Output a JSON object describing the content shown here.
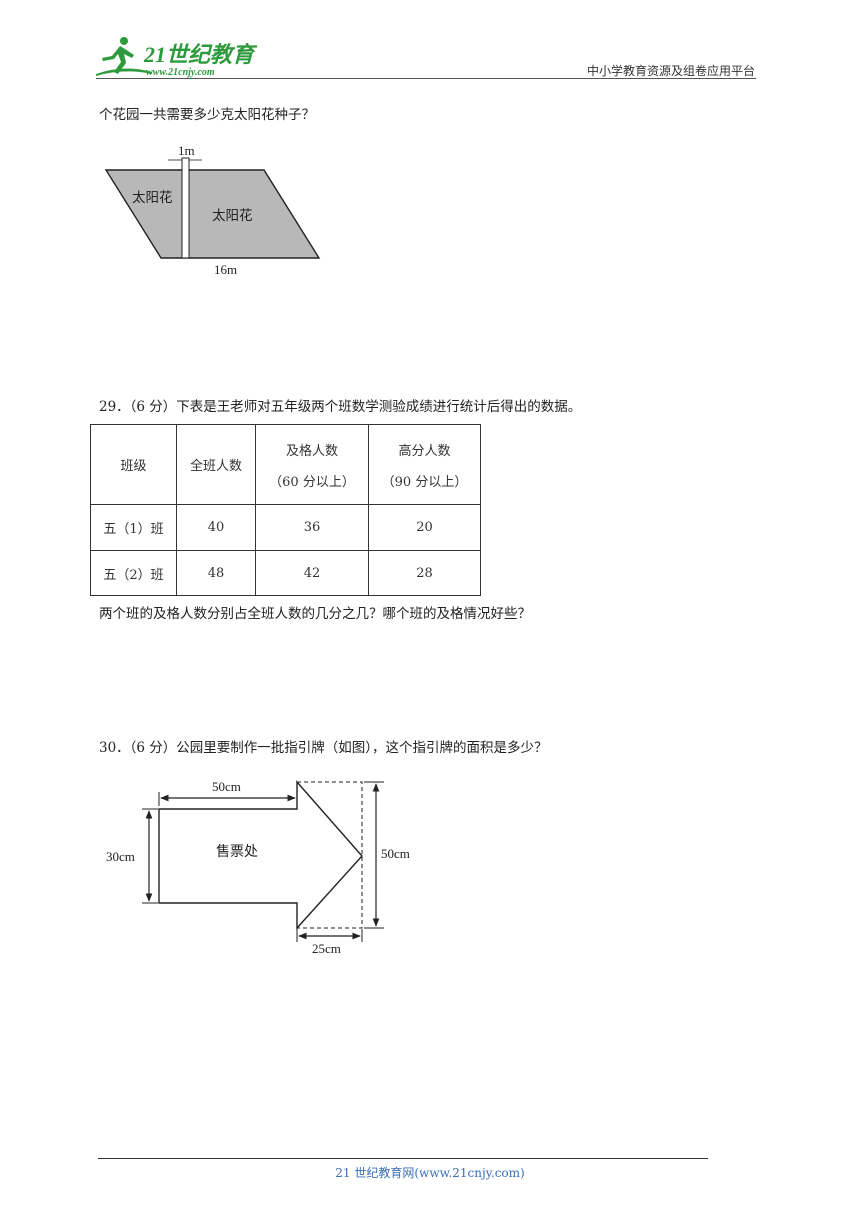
{
  "header": {
    "logo_text": "21世纪教育",
    "logo_url": "www.21cnjy.com",
    "site_tag": "中小学教育资源及组卷应用平台"
  },
  "q28_tail": "个花园一共需要多少克太阳花种子？",
  "garden_figure": {
    "path_width": "1m",
    "base": "16m",
    "left_label": "太阳花",
    "right_label": "太阳花"
  },
  "q29": {
    "prompt": "29．（6 分）下表是王老师对五年级两个班数学测验成绩进行统计后得出的数据。",
    "table": {
      "headers": [
        "班级",
        "全班人数",
        "及格人数",
        "高分人数"
      ],
      "subheaders": [
        "（60 分以上）",
        "（90 分以上）"
      ],
      "rows": [
        [
          "五（1）班",
          "40",
          "36",
          "20"
        ],
        [
          "五（2）班",
          "48",
          "42",
          "28"
        ]
      ]
    },
    "question": "两个班的及格人数分别占全班人数的几分之几？哪个班的及格情况好些？"
  },
  "q30": {
    "prompt": "30．（6 分）公园里要制作一批指引牌（如图），这个指引牌的面积是多少？",
    "figure": {
      "top_dim": "50cm",
      "left_dim": "30cm",
      "right_dim": "50cm",
      "bottom_dim": "25cm",
      "sign_text": "售票处"
    }
  },
  "footer": {
    "text": "21 世纪教育网(www.21cnjy.com)"
  },
  "colors": {
    "logo_green": "#2e9a3e",
    "footer_blue": "#3a6fb7",
    "garden_fill": "#b8b8b8"
  }
}
